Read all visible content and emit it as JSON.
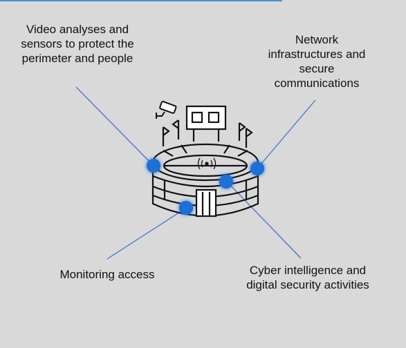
{
  "diagram": {
    "labels": {
      "video": "Video analyses and\nsensors to protect the\nperimeter and people",
      "network": "Network\ninfrastructures and\nsecure\ncommunications",
      "monitoring": "Monitoring access",
      "cyber": "Cyber intelligence and\ndigital security activities"
    },
    "icons": [
      "stadium-icon",
      "security-camera-icon",
      "wireless-signal-icon"
    ],
    "colors": {
      "background": "#d9d9d9",
      "connector_line": "#4472c4",
      "node": "#1f6fd6",
      "node_glow": "#5aa0ff",
      "top_rule": "#4a90c8"
    }
  }
}
